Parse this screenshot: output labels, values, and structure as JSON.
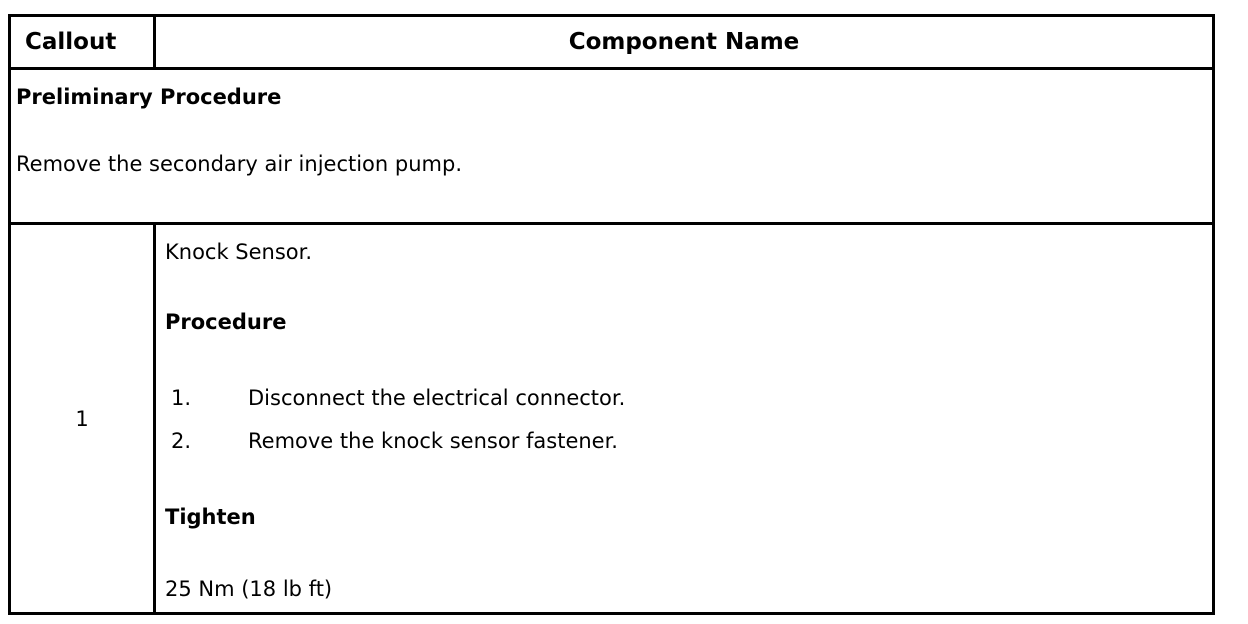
{
  "header": {
    "callout": "Callout",
    "component_name": "Component Name"
  },
  "preliminary": {
    "title": "Preliminary Procedure",
    "text": "Remove the secondary air injection pump."
  },
  "rows": [
    {
      "callout": "1",
      "component": "Knock Sensor.",
      "procedure_label": "Procedure",
      "steps": [
        {
          "num": "1.",
          "text": "Disconnect the electrical connector."
        },
        {
          "num": "2.",
          "text": "Remove the knock sensor fastener."
        }
      ],
      "tighten_label": "Tighten",
      "torque": "25 Nm (18 lb ft)"
    }
  ],
  "colors": {
    "border": "#000000",
    "text": "#000000",
    "background": "#ffffff"
  }
}
